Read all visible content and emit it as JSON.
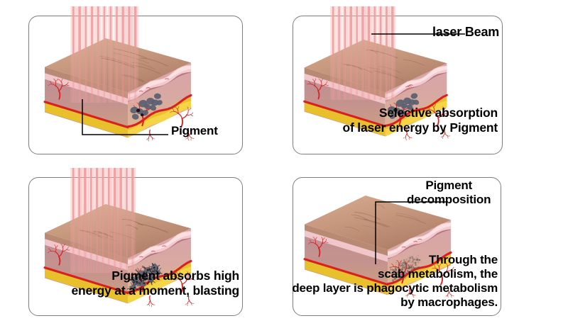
{
  "diagram": {
    "title": "Laser pigment removal mechanism — four stages",
    "background_color": "#ffffff",
    "panel_border_color": "#7d7d7d",
    "text_color": "#000000"
  },
  "palette": {
    "skin_top": "#c99a80",
    "skin_top_dark": "#b5846c",
    "epidermis_pink": "#f3c9cf",
    "epidermis_pink_light": "#f9e0e3",
    "dermis_top": "#d9a9ae",
    "dermis_bottom": "#e0b394",
    "side_face": "#c08e90",
    "fat_yellow": "#f5d547",
    "fat_yellow_dark": "#e8c02c",
    "vessel_red": "#d92020",
    "vessel_red_dark": "#b81717",
    "pigment_gray": "#5a6070",
    "pigment_black": "#17171a",
    "laser_pink": "#f08c8c",
    "laser_pink_pale": "#f6b8b8",
    "leader_line": "#000000"
  },
  "panels": [
    {
      "id": "panel-1",
      "stage": 1,
      "name": "pigment-in-skin",
      "laser_beam": true,
      "pigment_state": "intact-particles",
      "labels": [
        {
          "name": "pigment-label",
          "text": "Pigment",
          "align": "left",
          "leader": "elbow-left-down"
        }
      ],
      "caption_lines": []
    },
    {
      "id": "panel-2",
      "stage": 2,
      "name": "selective-absorption",
      "laser_beam": true,
      "pigment_state": "intact-particles",
      "labels": [
        {
          "name": "laser-beam-label",
          "text": "laser Beam",
          "align": "left",
          "leader": "horizontal"
        }
      ],
      "caption_lines": [
        "Selective absorption",
        "of laser energy by Pigment"
      ]
    },
    {
      "id": "panel-3",
      "stage": 3,
      "name": "pigment-blasting",
      "laser_beam": true,
      "pigment_state": "shattered-clusters",
      "labels": [],
      "caption_lines": [
        "Pigment absorbs high",
        "energy at a moment, blasting"
      ]
    },
    {
      "id": "panel-4",
      "stage": 4,
      "name": "phagocytic-metabolism",
      "laser_beam": false,
      "pigment_state": "diffuse-decomposed",
      "labels": [
        {
          "name": "pigment-decomposition-label",
          "text_line_1": "Pigment",
          "text_line_2": "decomposition",
          "align": "right",
          "leader": "elbow-left-down"
        }
      ],
      "caption_lines": [
        "Through the",
        "scab metabolism, the",
        "deep layer is phagocytic metabolism",
        "by  macrophages."
      ]
    }
  ]
}
